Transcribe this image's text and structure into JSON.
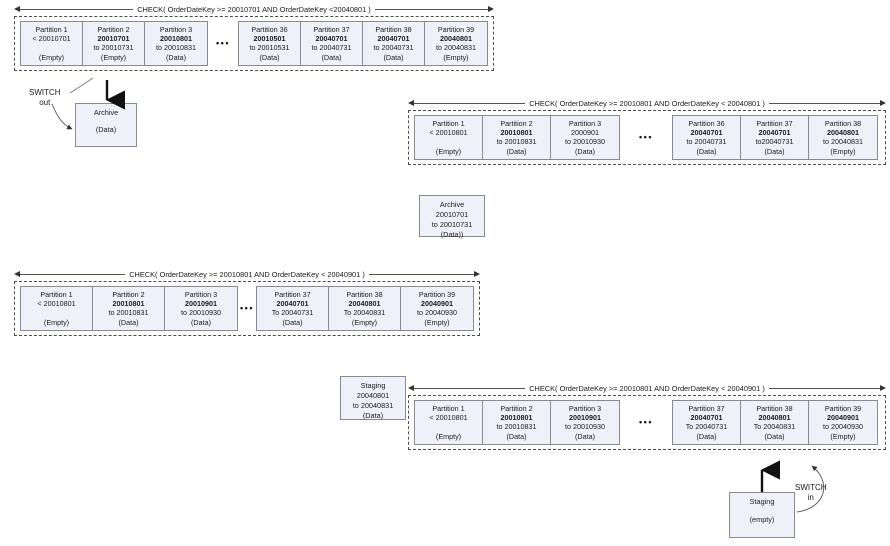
{
  "diagram": {
    "title": "SQL Server Table Partition SWITCH Diagram",
    "ellipsis": "•••",
    "colors": {
      "cell_fill": "#eef1f8",
      "cell_border": "#8a8a96",
      "dashed_border": "#4d4d4d",
      "arrow": "#333333",
      "text": "#1a1a1a"
    }
  },
  "groups": [
    {
      "id": "group-1",
      "constraint": "CHECK( OrderDateKey >= 20010701 AND OrderDateKey <20040801 )",
      "left_run": [
        {
          "name": "Partition 1",
          "range_start": "< 20010701",
          "range_end": "",
          "state": "(Empty)",
          "bold": false
        },
        {
          "name": "Partition 2",
          "range_start": "20010701",
          "range_end": "to 20010731",
          "state": "(Empty)",
          "bold": true
        },
        {
          "name": "Partition 3",
          "range_start": "20010801",
          "range_end": "to 20010831",
          "state": "(Data)",
          "bold": true
        }
      ],
      "right_run": [
        {
          "name": "Partition 36",
          "range_start": "20010501",
          "range_end": "to 20010531",
          "state": "(Data)",
          "bold": true
        },
        {
          "name": "Partition 37",
          "range_start": "20040701",
          "range_end": "to 20040731",
          "state": "(Data)",
          "bold": true
        },
        {
          "name": "Partition 38",
          "range_start": "20040701",
          "range_end": "to 20040731",
          "state": "(Data)",
          "bold": true
        },
        {
          "name": "Partition 39",
          "range_start": "20040801",
          "range_end": "to 20040831",
          "state": "(Empty)",
          "bold": true
        }
      ]
    },
    {
      "id": "group-2",
      "constraint": "CHECK( OrderDateKey >= 20010801 AND OrderDateKey < 20040801 )",
      "left_run": [
        {
          "name": "Partition 1",
          "range_start": "< 20010801",
          "range_end": "",
          "state": "(Empty)",
          "bold": false
        },
        {
          "name": "Partition 2",
          "range_start": "20010801",
          "range_end": "to 20010831",
          "state": "(Data)",
          "bold": true
        },
        {
          "name": "Partition 3",
          "range_start": "2000901",
          "range_end": "to 20010930",
          "state": "(Data)",
          "bold": false
        }
      ],
      "right_run": [
        {
          "name": "Partition 36",
          "range_start": "20040701",
          "range_end": "to 20040731",
          "state": "(Data)",
          "bold": true
        },
        {
          "name": "Partition 37",
          "range_start": "20040701",
          "range_end": "to20040731",
          "state": "(Data)",
          "bold": true
        },
        {
          "name": "Partition 38",
          "range_start": "20040801",
          "range_end": "to 20040831",
          "state": "(Empty)",
          "bold": true
        }
      ]
    },
    {
      "id": "group-3",
      "constraint": "CHECK( OrderDateKey >= 20010801 AND OrderDateKey < 20040901 )",
      "left_run": [
        {
          "name": "Partition 1",
          "range_start": "< 20010801",
          "range_end": "",
          "state": "(Empty)",
          "bold": false
        },
        {
          "name": "Partition 2",
          "range_start": "20010801",
          "range_end": "to 20010831",
          "state": "(Data)",
          "bold": true
        },
        {
          "name": "Partition 3",
          "range_start": "20010901",
          "range_end": "to 20010930",
          "state": "(Data)",
          "bold": true
        }
      ],
      "right_run": [
        {
          "name": "Partition 37",
          "range_start": "20040701",
          "range_end": "To 20040731",
          "state": "(Data)",
          "bold": true
        },
        {
          "name": "Partition 38",
          "range_start": "20040801",
          "range_end": "To 20040831",
          "state": "(Empty)",
          "bold": true
        },
        {
          "name": "Partition 39",
          "range_start": "20040901",
          "range_end": "to 20040930",
          "state": "(Empty)",
          "bold": true
        }
      ]
    },
    {
      "id": "group-4",
      "constraint": "CHECK( OrderDateKey >= 20010801 AND OrderDateKey < 20040901 )",
      "left_run": [
        {
          "name": "Partition 1",
          "range_start": "< 20010801",
          "range_end": "",
          "state": "(Empty)",
          "bold": false
        },
        {
          "name": "Partition 2",
          "range_start": "20010801",
          "range_end": "to 20010831",
          "state": "(Data)",
          "bold": true
        },
        {
          "name": "Partition 3",
          "range_start": "20010901",
          "range_end": "to 20010930",
          "state": "(Data)",
          "bold": true
        }
      ],
      "right_run": [
        {
          "name": "Partition 37",
          "range_start": "20040701",
          "range_end": "To 20040731",
          "state": "(Data)",
          "bold": true
        },
        {
          "name": "Partition 38",
          "range_start": "20040801",
          "range_end": "To 20040831",
          "state": "(Data)",
          "bold": true
        },
        {
          "name": "Partition 39",
          "range_start": "20040901",
          "range_end": "to 20040930",
          "state": "(Empty)",
          "bold": true
        }
      ]
    }
  ],
  "boxes": {
    "archive_top": {
      "line1": "Archive",
      "line2": "",
      "line3": "",
      "line4": "(Data)"
    },
    "archive_mid": {
      "line1": "Archive",
      "line2": "20010701",
      "line3": "to 20010731",
      "line4": "(Data))"
    },
    "staging_mid": {
      "line1": "Staging",
      "line2": "20040801",
      "line3": "to 20040831",
      "line4": "(Data)"
    },
    "staging_bottom": {
      "line1": "Staging",
      "line2": "",
      "line3": "",
      "line4": "(empty)"
    }
  },
  "annotations": {
    "switch_out": {
      "line1": "SWITCH",
      "line2": "out"
    },
    "switch_in": {
      "line1": "SWITCH",
      "line2": "in"
    }
  }
}
